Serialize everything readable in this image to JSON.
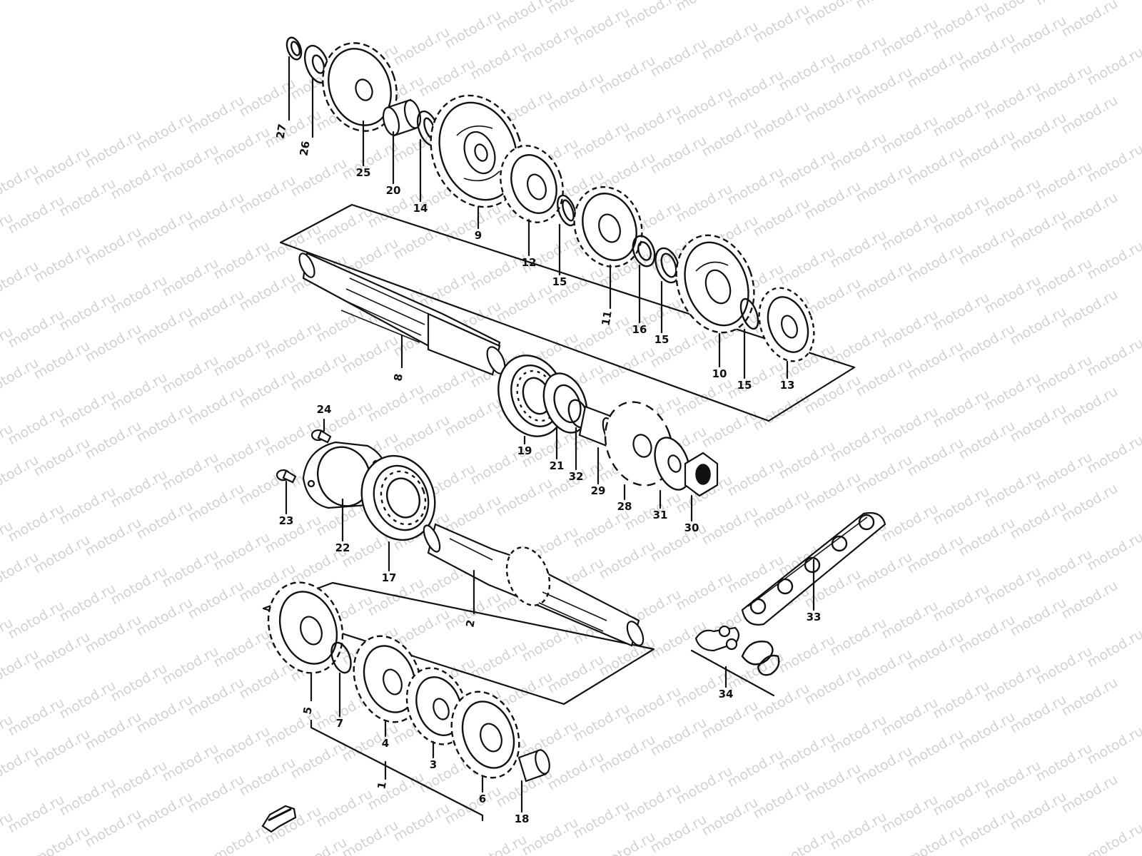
{
  "watermark_text": "motod.ru",
  "callouts": [
    {
      "id": "27",
      "text": "27"
    },
    {
      "id": "26",
      "text": "26"
    },
    {
      "id": "25",
      "text": "25"
    },
    {
      "id": "20",
      "text": "20"
    },
    {
      "id": "14",
      "text": "14"
    },
    {
      "id": "9",
      "text": "9"
    },
    {
      "id": "12",
      "text": "12"
    },
    {
      "id": "15a",
      "text": "15"
    },
    {
      "id": "11",
      "text": "11"
    },
    {
      "id": "16",
      "text": "16"
    },
    {
      "id": "15b",
      "text": "15"
    },
    {
      "id": "10",
      "text": "10"
    },
    {
      "id": "15c",
      "text": "15"
    },
    {
      "id": "13",
      "text": "13"
    },
    {
      "id": "8",
      "text": "8"
    },
    {
      "id": "19",
      "text": "19"
    },
    {
      "id": "21",
      "text": "21"
    },
    {
      "id": "32",
      "text": "32"
    },
    {
      "id": "29",
      "text": "29"
    },
    {
      "id": "28",
      "text": "28"
    },
    {
      "id": "31",
      "text": "31"
    },
    {
      "id": "30",
      "text": "30"
    },
    {
      "id": "24",
      "text": "24"
    },
    {
      "id": "23",
      "text": "23"
    },
    {
      "id": "22",
      "text": "22"
    },
    {
      "id": "17",
      "text": "17"
    },
    {
      "id": "2",
      "text": "2"
    },
    {
      "id": "33",
      "text": "33"
    },
    {
      "id": "34",
      "text": "34"
    },
    {
      "id": "5",
      "text": "5"
    },
    {
      "id": "7",
      "text": "7"
    },
    {
      "id": "4",
      "text": "4"
    },
    {
      "id": "3",
      "text": "3"
    },
    {
      "id": "1",
      "text": "1"
    },
    {
      "id": "6",
      "text": "6"
    },
    {
      "id": "18",
      "text": "18"
    }
  ],
  "icons": {
    "front_arrow": "front-arrow-icon"
  }
}
